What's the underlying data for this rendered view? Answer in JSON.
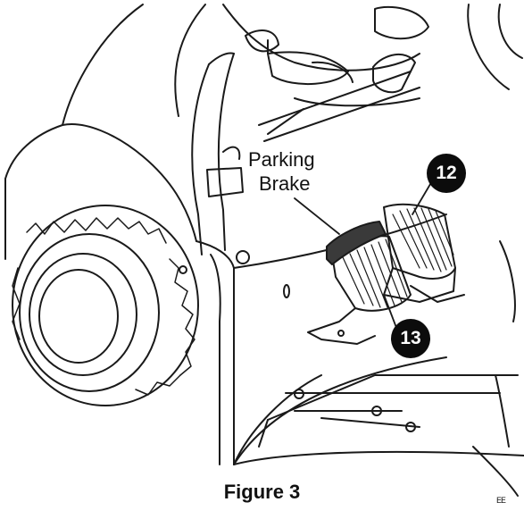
{
  "figure": {
    "caption": "Figure 3",
    "corner_mark": "EE"
  },
  "callouts": {
    "parking_brake_line1": "Parking",
    "parking_brake_line2": "Brake",
    "accelerator_number": "12",
    "brake_number": "13"
  },
  "colors": {
    "line": "#1a1a1a",
    "badge": "#0c0c0c",
    "pedal_cap": "#3a3a3a",
    "background": "#ffffff"
  }
}
